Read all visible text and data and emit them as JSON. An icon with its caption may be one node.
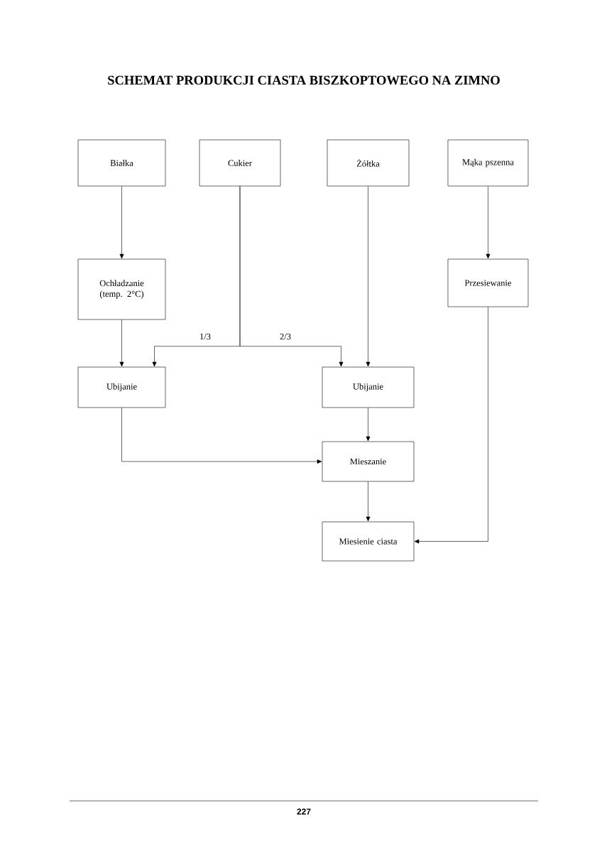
{
  "diagram": {
    "title": "SCHEMAT PRODUKCJI CIASTA BISZKOPTOWEGO NA ZIMNO",
    "nodes": [
      {
        "text": [
          "Białka"
        ]
      },
      {
        "text": [
          "Cukier"
        ]
      },
      {
        "text": [
          "Żółtka"
        ]
      },
      {
        "text": [
          "Mąka pszenna"
        ]
      },
      {
        "text": [
          "Ochładzanie (temp. 2°C)"
        ]
      },
      {
        "text": [
          "Przesiewanie"
        ]
      },
      {
        "text": [
          "Ubijanie"
        ]
      },
      {
        "text": [
          "Ubijanie"
        ]
      },
      {
        "text": [
          "Mieszanie"
        ]
      },
      {
        "text": [
          "Miesienie ciasta"
        ]
      }
    ],
    "edges": [
      {
        "from": 0,
        "to": 4,
        "arrow": "to"
      },
      {
        "from": 4,
        "to": 6,
        "arrow": "to"
      },
      {
        "from": 1,
        "to": 6,
        "arrow": "to",
        "label": "1/3"
      },
      {
        "from": 1,
        "to": 7,
        "arrow": "to",
        "label": "2/3"
      },
      {
        "from": 2,
        "to": 7,
        "arrow": "to"
      },
      {
        "from": 3,
        "to": 5,
        "arrow": "to"
      },
      {
        "from": 6,
        "to": 8,
        "arrow": "to"
      },
      {
        "from": 7,
        "to": 8,
        "arrow": "to"
      },
      {
        "from": 8,
        "to": 9,
        "arrow": "to"
      },
      {
        "from": 5,
        "to": 9,
        "arrow": "to"
      }
    ],
    "labels": [
      "227"
    ]
  }
}
